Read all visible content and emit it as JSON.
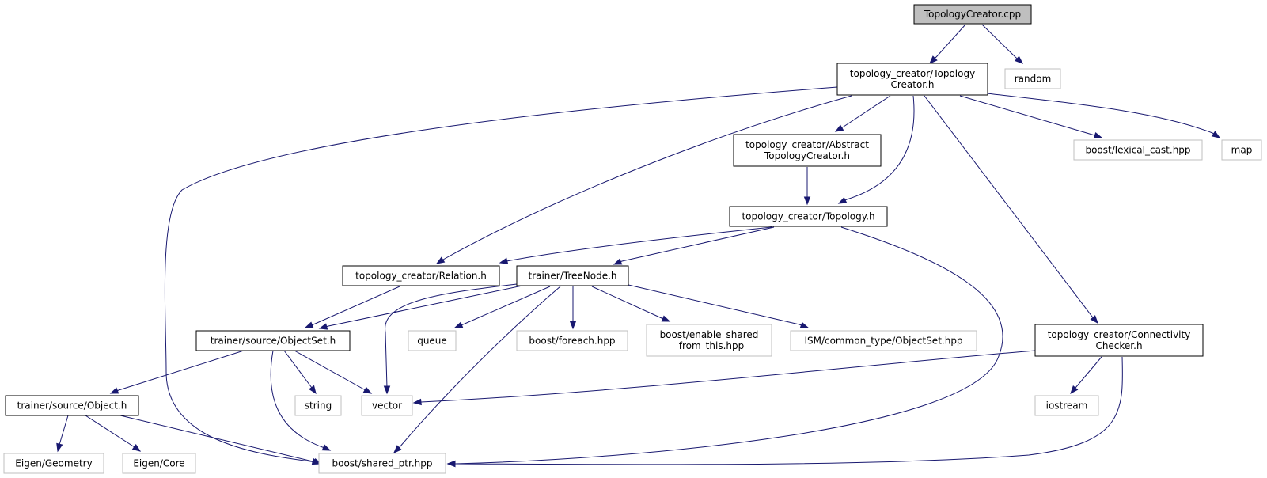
{
  "colors": {
    "root_fill": "#bfbfbf",
    "node_border": "#000000",
    "external_border": "#bfbfbf",
    "edge": "#191970",
    "background": "#ffffff"
  },
  "nodes": [
    {
      "id": "topologycreator_cpp",
      "lines": [
        "TopologyCreator.cpp"
      ],
      "kind": "root"
    },
    {
      "id": "topologycreator_h",
      "lines": [
        "topology_creator/Topology",
        "Creator.h"
      ],
      "kind": "local"
    },
    {
      "id": "random",
      "lines": [
        "random"
      ],
      "kind": "external"
    },
    {
      "id": "abstract_topologycreator_h",
      "lines": [
        "topology_creator/Abstract",
        "TopologyCreator.h"
      ],
      "kind": "local"
    },
    {
      "id": "boost_lexical_cast",
      "lines": [
        "boost/lexical_cast.hpp"
      ],
      "kind": "external"
    },
    {
      "id": "map",
      "lines": [
        "map"
      ],
      "kind": "external"
    },
    {
      "id": "topology_h",
      "lines": [
        "topology_creator/Topology.h"
      ],
      "kind": "local"
    },
    {
      "id": "relation_h",
      "lines": [
        "topology_creator/Relation.h"
      ],
      "kind": "local"
    },
    {
      "id": "treenode_h",
      "lines": [
        "trainer/TreeNode.h"
      ],
      "kind": "local"
    },
    {
      "id": "objectset_h",
      "lines": [
        "trainer/source/ObjectSet.h"
      ],
      "kind": "local"
    },
    {
      "id": "queue",
      "lines": [
        "queue"
      ],
      "kind": "external"
    },
    {
      "id": "boost_foreach",
      "lines": [
        "boost/foreach.hpp"
      ],
      "kind": "external"
    },
    {
      "id": "boost_enable_shared",
      "lines": [
        "boost/enable_shared",
        "_from_this.hpp"
      ],
      "kind": "external"
    },
    {
      "id": "ism_objectset",
      "lines": [
        "ISM/common_type/ObjectSet.hpp"
      ],
      "kind": "external"
    },
    {
      "id": "connectivity_checker_h",
      "lines": [
        "topology_creator/Connectivity",
        "Checker.h"
      ],
      "kind": "local"
    },
    {
      "id": "object_h",
      "lines": [
        "trainer/source/Object.h"
      ],
      "kind": "local"
    },
    {
      "id": "string",
      "lines": [
        "string"
      ],
      "kind": "external"
    },
    {
      "id": "vector",
      "lines": [
        "vector"
      ],
      "kind": "external"
    },
    {
      "id": "iostream",
      "lines": [
        "iostream"
      ],
      "kind": "external"
    },
    {
      "id": "eigen_geometry",
      "lines": [
        "Eigen/Geometry"
      ],
      "kind": "external"
    },
    {
      "id": "eigen_core",
      "lines": [
        "Eigen/Core"
      ],
      "kind": "external"
    },
    {
      "id": "boost_shared_ptr",
      "lines": [
        "boost/shared_ptr.hpp"
      ],
      "kind": "external"
    }
  ]
}
